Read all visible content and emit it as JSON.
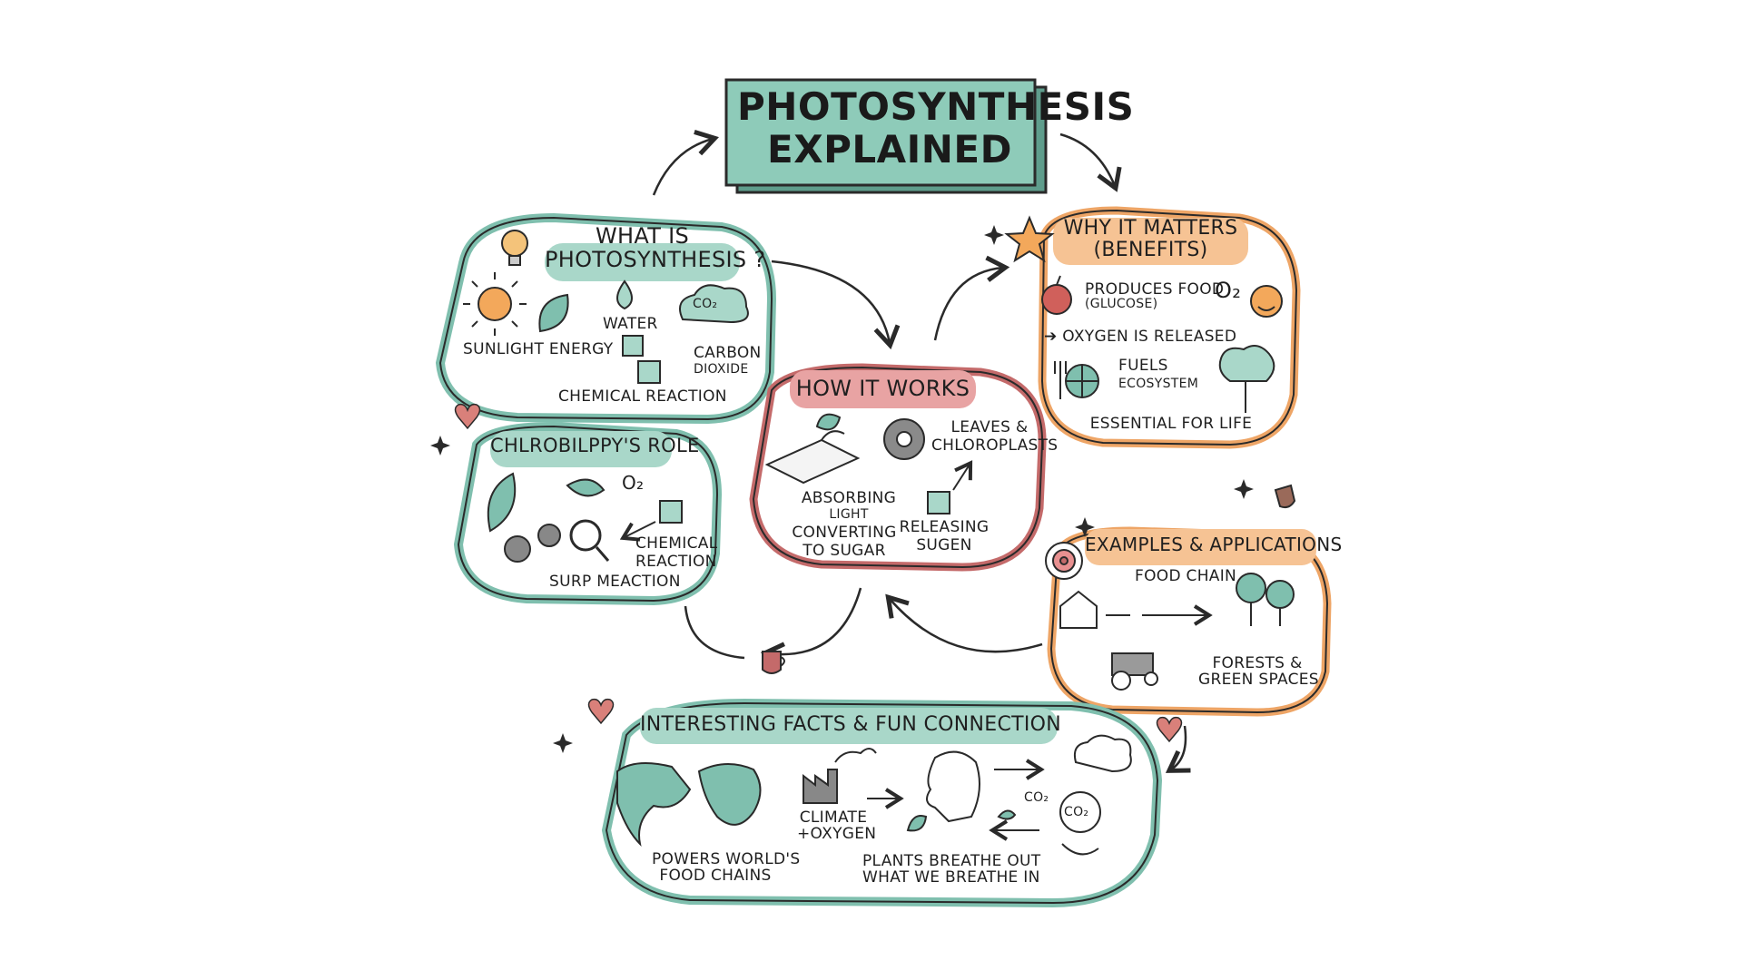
{
  "title": {
    "line1": "PHOTOSYNTHESIS",
    "line2": "EXPLAINED"
  },
  "what_is": {
    "heading_line1": "WHAT IS",
    "heading_line2": "PHOTOSYNTHESIS ?",
    "sunlight": "SUNLIGHT ENERGY",
    "water": "WATER",
    "co2_badge": "CO₂",
    "carbon": "CARBON",
    "dioxide": "DIOXIDE",
    "reaction": "CHEMICAL REACTION"
  },
  "chlorophyll": {
    "heading": "CHLROBILPPY'S ROLE",
    "o2": "O₂",
    "chemical": "CHEMICAL",
    "reaction": "REACTION",
    "surp": "SURP MEACTION"
  },
  "how_it_works": {
    "heading": "HOW IT WORKS",
    "leaves": "LEAVES &",
    "chloroplasts": "CHLOROPLASTS",
    "absorbing": "ABSORBING",
    "light": "LIGHT",
    "converting": "CONVERTING",
    "to_sugar": "TO SUGAR",
    "releasing": "RELEASING",
    "sugen": "SUGEN"
  },
  "why_matters": {
    "heading_line1": "WHY IT MATTERS",
    "heading_line2": "(BENEFITS)",
    "food_line1": "PRODUCES FOOD",
    "food_line2": "(GLUCOSE)",
    "o2": "O₂",
    "oxygen": "➔ OXYGEN IS RELEASED",
    "fuels": "FUELS",
    "ecosystem": "ECOSYSTEM",
    "essential": "ESSENTIAL FOR LIFE"
  },
  "examples": {
    "heading": "EXAMPLES & APPLICATIONS",
    "food_chain": "FOOD CHAIN",
    "forests_line1": "FORESTS &",
    "forests_line2": "GREEN SPACES"
  },
  "facts": {
    "heading": "INTERESTING FACTS & FUN CONNECTION",
    "climate_line1": "CLIMATE",
    "climate_line2": "+OXYGEN",
    "powers_line1": "POWERS WORLD'S",
    "powers_line2": "FOOD CHAINS",
    "plants_line1": "PLANTS BREATHE OUT",
    "plants_line2": "WHAT WE BREATHE IN",
    "co2_a": "CO₂",
    "co2_b": "CO₂"
  },
  "colors": {
    "teal": "#7fbfae",
    "teal_light": "#a9d7c9",
    "orange": "#eea566",
    "red": "#c46a6a",
    "ink": "#2a2a2a"
  }
}
